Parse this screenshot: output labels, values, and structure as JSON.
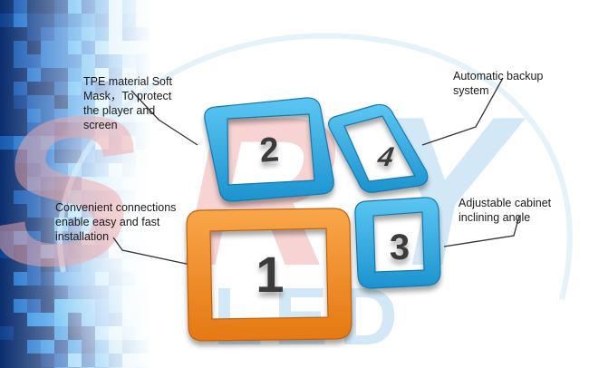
{
  "watermark": {
    "brand": "SRY",
    "sub": "LED"
  },
  "modules": [
    {
      "number": "1",
      "color": "#f08a22"
    },
    {
      "number": "2",
      "color": "#29a9e1"
    },
    {
      "number": "3",
      "color": "#29a9e1"
    },
    {
      "number": "4",
      "color": "#29a9e1"
    }
  ],
  "callouts": [
    {
      "lines": [
        "TPE material Soft",
        "Mask，To protect",
        "the player and",
        "screen"
      ]
    },
    {
      "lines": [
        "Convenient connections",
        "enable easy and fast",
        "installation"
      ]
    },
    {
      "lines": [
        "Automatic backup",
        "system"
      ]
    },
    {
      "lines": [
        "Adjustable cabinet",
        "inclining angle"
      ]
    }
  ],
  "colors": {
    "orange": "#f08a22",
    "blue": "#29a9e1",
    "watermark_red": "#f2a8a8",
    "watermark_blue": "#a9d3ef",
    "pixel_dark": "#0a2d6e",
    "pixel_light": "#42aef0"
  }
}
